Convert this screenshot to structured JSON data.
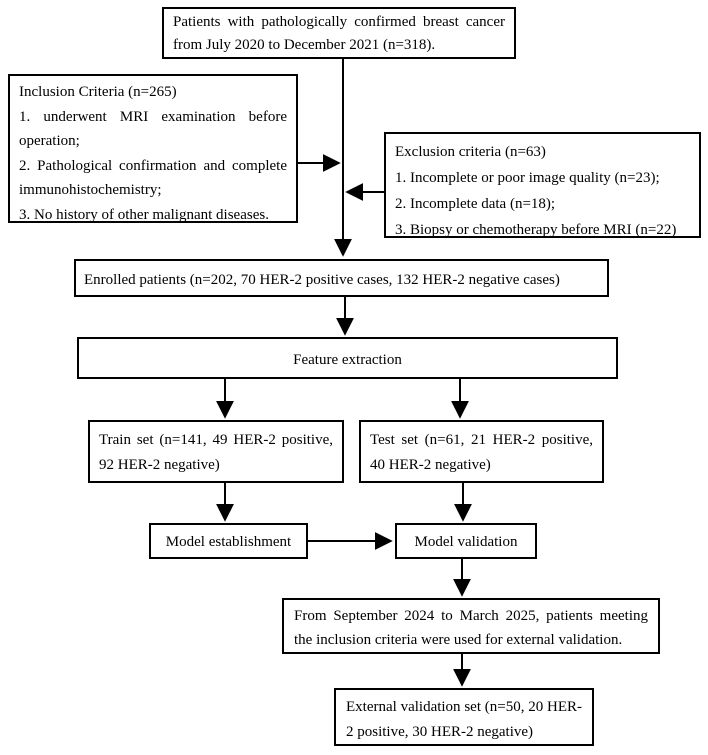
{
  "diagram": {
    "type": "flowchart",
    "colors": {
      "background": "#ffffff",
      "box_border": "#000000",
      "line": "#000000",
      "text": "#000000"
    },
    "nodes": {
      "patients": {
        "text": "Patients with pathologically confirmed breast cancer from July 2020 to December 2021 (n=318)."
      },
      "inclusion": {
        "title": "Inclusion Criteria (n=265)",
        "items": [
          "1. underwent MRI examination before operation;",
          "2. Pathological confirmation and complete immunohistochemistry;",
          "3. No history of other malignant diseases."
        ]
      },
      "exclusion": {
        "title": "Exclusion criteria (n=63)",
        "items": [
          "1. Incomplete or poor image quality (n=23);",
          "2. Incomplete data (n=18);",
          "3. Biopsy or chemotherapy before MRI (n=22)"
        ]
      },
      "enrolled": {
        "text": "Enrolled patients (n=202, 70 HER-2 positive cases, 132 HER-2 negative cases)"
      },
      "feature_extraction": {
        "text": "Feature extraction"
      },
      "train_set": {
        "text": "Train set (n=141, 49 HER-2 positive, 92 HER-2 negative)"
      },
      "test_set": {
        "text": "Test set (n=61, 21 HER-2 positive, 40 HER-2 negative)"
      },
      "model_establishment": {
        "text": "Model establishment"
      },
      "model_validation": {
        "text": "Model validation"
      },
      "external_validation_desc": {
        "text": "From September 2024 to March 2025, patients meeting the inclusion criteria were used for external validation."
      },
      "external_validation_set": {
        "text": "External validation set (n=50, 20 HER-2 positive, 30 HER-2 negative)"
      }
    },
    "edges": [
      {
        "from": "patients",
        "to": "enrolled"
      },
      {
        "from": "inclusion",
        "to": "patients-enrolled-line"
      },
      {
        "from": "exclusion",
        "to": "patients-enrolled-line"
      },
      {
        "from": "enrolled",
        "to": "feature_extraction"
      },
      {
        "from": "feature_extraction",
        "to": "train_set"
      },
      {
        "from": "feature_extraction",
        "to": "test_set"
      },
      {
        "from": "train_set",
        "to": "model_establishment"
      },
      {
        "from": "test_set",
        "to": "model_validation"
      },
      {
        "from": "model_establishment",
        "to": "model_validation"
      },
      {
        "from": "model_validation",
        "to": "external_validation_desc"
      },
      {
        "from": "external_validation_desc",
        "to": "external_validation_set"
      }
    ]
  }
}
